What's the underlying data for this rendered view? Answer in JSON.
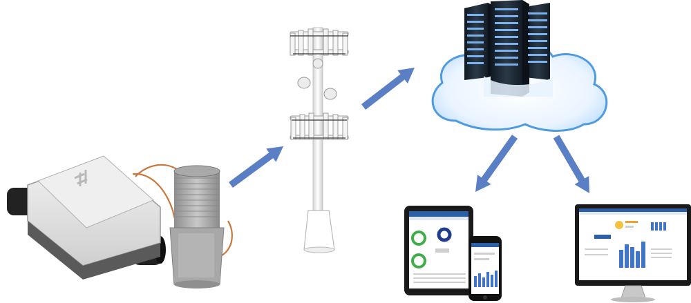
{
  "diagram": {
    "nodes": [
      {
        "id": "water-meter",
        "icon": "water-meter-icon"
      },
      {
        "id": "antenna-module",
        "icon": "antenna-module-icon"
      },
      {
        "id": "cell-tower",
        "icon": "cell-tower-icon"
      },
      {
        "id": "cloud-servers",
        "icon": "cloud-server-icon"
      },
      {
        "id": "tablet",
        "icon": "tablet-icon"
      },
      {
        "id": "smartphone",
        "icon": "smartphone-icon"
      },
      {
        "id": "desktop-monitor",
        "icon": "desktop-monitor-icon"
      }
    ],
    "edges": [
      {
        "from": "antenna-module",
        "to": "cell-tower"
      },
      {
        "from": "cell-tower",
        "to": "cloud-servers"
      },
      {
        "from": "cloud-servers",
        "to": "tablet"
      },
      {
        "from": "cloud-servers",
        "to": "desktop-monitor"
      }
    ],
    "colors": {
      "arrow": "#5b7fc4",
      "cloud_edge": "#4f9be0",
      "server_dark": "#1f2a36",
      "screen_led": "#7db2f0",
      "chart_bar": "#3f74c7",
      "meter_body": "#e6e6e6",
      "wire": "#c8783c"
    }
  }
}
